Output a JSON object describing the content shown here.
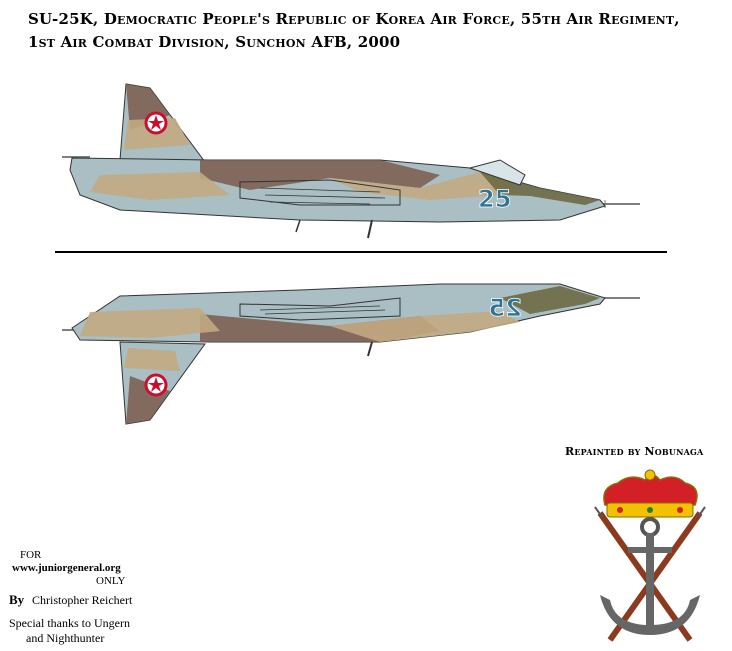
{
  "title": {
    "line1": "SU-25K, Democratic People's Republic of Korea Air Force, 55th Air Regiment,",
    "line2": "1st Air Combat Division, Sunchon AFB, 2000"
  },
  "aircraft": {
    "side_number": "25",
    "colors": {
      "grey": "#a9bfc4",
      "tan": "#c2aa82",
      "olive": "#6d6a45",
      "brown": "#7b5a4c",
      "number": "#2f7395",
      "outline": "#333333"
    }
  },
  "credits": {
    "for_label": "FOR",
    "site": "www.juniorgeneral.org",
    "only": "ONLY",
    "by_label": "By",
    "author": "Christopher Reichert",
    "thanks_line1": "Special thanks to Ungern",
    "thanks_line2": "and Nighthunter",
    "repainted": "Repainted by Nobunaga"
  }
}
